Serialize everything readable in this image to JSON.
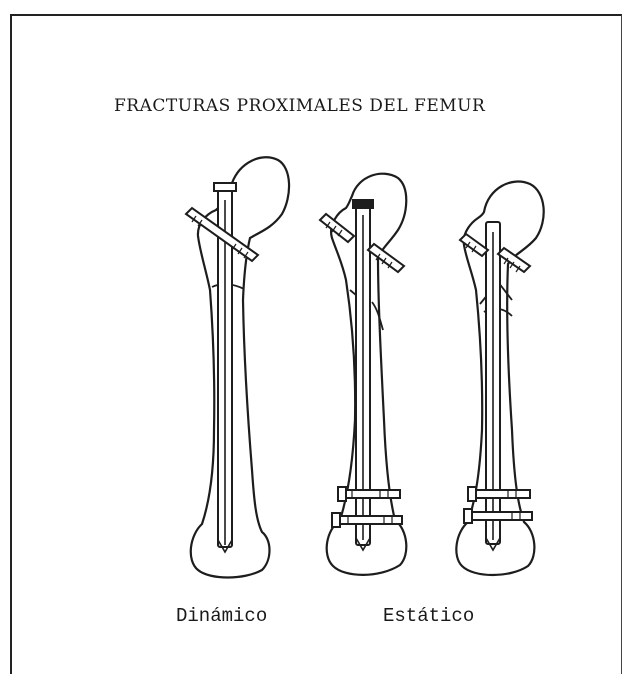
{
  "title": "FRACTURAS PROXIMALES DEL FEMUR",
  "captions": {
    "dynamic": "Dinámico",
    "static": "Estático"
  }
}
